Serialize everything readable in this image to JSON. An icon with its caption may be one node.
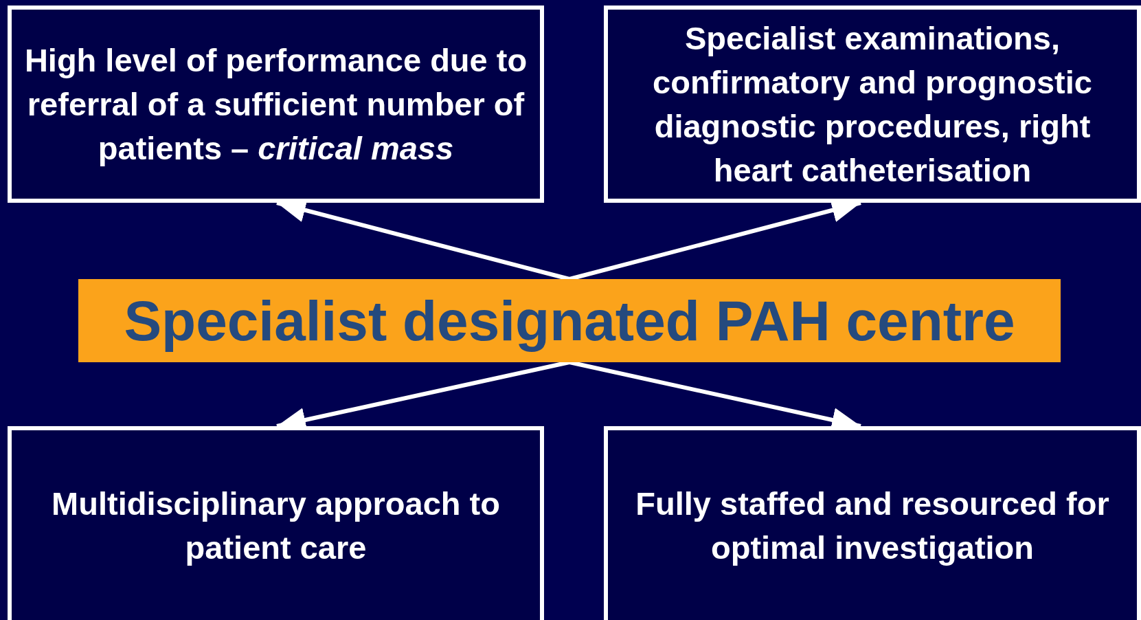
{
  "diagram": {
    "nodes": [
      {
        "text": [
          "High level of performance due to referral of a sufficient number of patients – *critical mass*"
        ]
      },
      {
        "text": [
          "Specialist examinations, confirmatory and prognostic diagnostic procedures, right heart catheterisation"
        ]
      },
      {
        "text": [
          "Specialist designated PAH centre"
        ]
      },
      {
        "text": [
          "Multidisciplinary approach to patient care"
        ]
      },
      {
        "text": [
          "Fully staffed and resourced for optimal investigation"
        ]
      }
    ],
    "edges": [
      {
        "from": 2,
        "to": 0,
        "arrow": "to"
      },
      {
        "from": 2,
        "to": 1,
        "arrow": "to"
      },
      {
        "from": 2,
        "to": 3,
        "arrow": "to"
      },
      {
        "from": 2,
        "to": 4,
        "arrow": "to"
      }
    ]
  }
}
